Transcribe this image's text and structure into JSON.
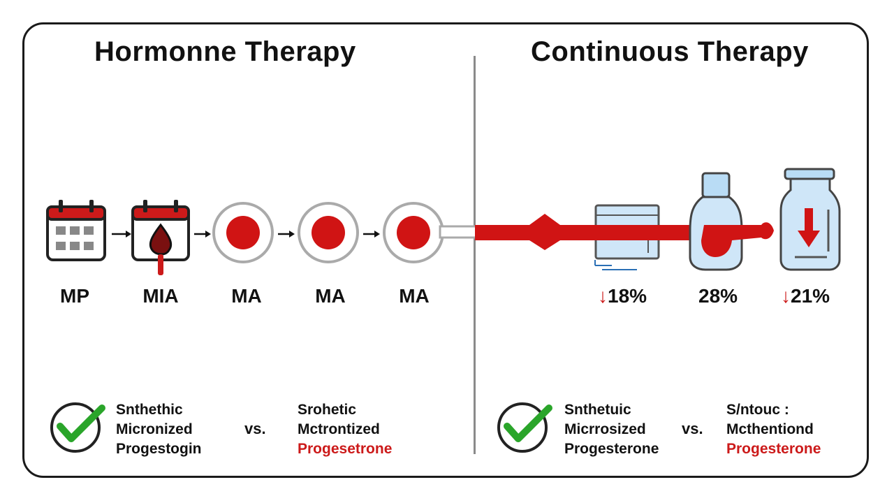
{
  "left": {
    "title": "Hormonne Therapy",
    "steps": [
      "MP",
      "MIA",
      "MA",
      "MA",
      "MA"
    ],
    "comparison": {
      "a": [
        "Snthethic",
        "Micronized",
        "Progestogin"
      ],
      "vs": "vs.",
      "b": [
        "Srohetic",
        "Mctrontized",
        "Progesetrone"
      ]
    }
  },
  "right": {
    "title": "Continuous Therapy",
    "stats": [
      {
        "arrow": "↓",
        "value": "18%"
      },
      {
        "arrow": "",
        "value": "28%"
      },
      {
        "arrow": "↓",
        "value": "21%"
      }
    ],
    "comparison": {
      "a": [
        "Snthetuic",
        "Micrrosized",
        "Progesterone"
      ],
      "vs": "vs.",
      "b": [
        "S/ntouc :",
        "Mcthentiond",
        "Progesterone"
      ]
    }
  },
  "colors": {
    "accent_red": "#cc1a1a",
    "check_green": "#2aa52a",
    "icon_blue": "#b9dcf5"
  },
  "icons": [
    "calendar-icon",
    "calendar-drop-icon",
    "red-dot-icon",
    "check-icon",
    "monitor-icon",
    "bottle-icon",
    "vial-down-icon"
  ]
}
